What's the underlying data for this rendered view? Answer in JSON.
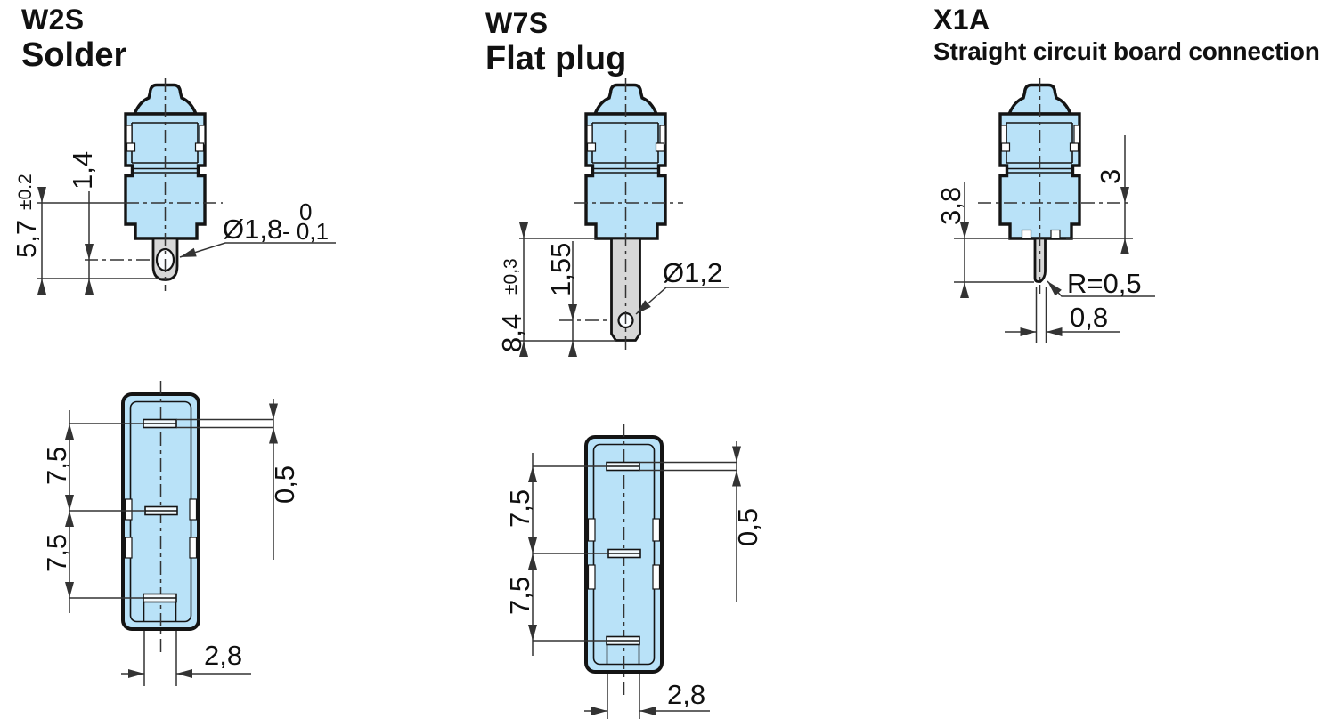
{
  "colors": {
    "body_fill": "#b9e2f8",
    "pin_fill": "#d7d7d7",
    "outline": "#141414",
    "dim_line": "#333333",
    "text": "#111111"
  },
  "columns": [
    {
      "code": "W2S",
      "name": "Solder",
      "side_view": {
        "height_total": "5,7",
        "height_total_tolerance": "±0.2",
        "hole_to_tip": "1,4",
        "pin_diameter": "Ø1,8",
        "pin_diameter_tol_upper": "0",
        "pin_diameter_tol_lower": "- 0,1"
      },
      "bottom_view": {
        "pitch_upper": "7,5",
        "pitch_lower": "7,5",
        "slot_thickness": "0,5",
        "slot_width": "2,8"
      }
    },
    {
      "code": "W7S",
      "name": "Flat plug",
      "side_view": {
        "height_total": "8,4",
        "height_total_tolerance": "±0,3",
        "hole_to_tip": "1,55",
        "hole_diameter": "Ø1,2"
      },
      "bottom_view": {
        "pitch_upper": "7,5",
        "pitch_lower": "7,5",
        "slot_thickness": "0,5",
        "slot_width": "2,8"
      }
    },
    {
      "code": "X1A",
      "name": "Straight circuit board connection",
      "side_view": {
        "centerline_to_base": "3",
        "base_to_tip": "3,8",
        "tip_radius": "R=0,5",
        "pin_width": "0,8"
      }
    }
  ]
}
